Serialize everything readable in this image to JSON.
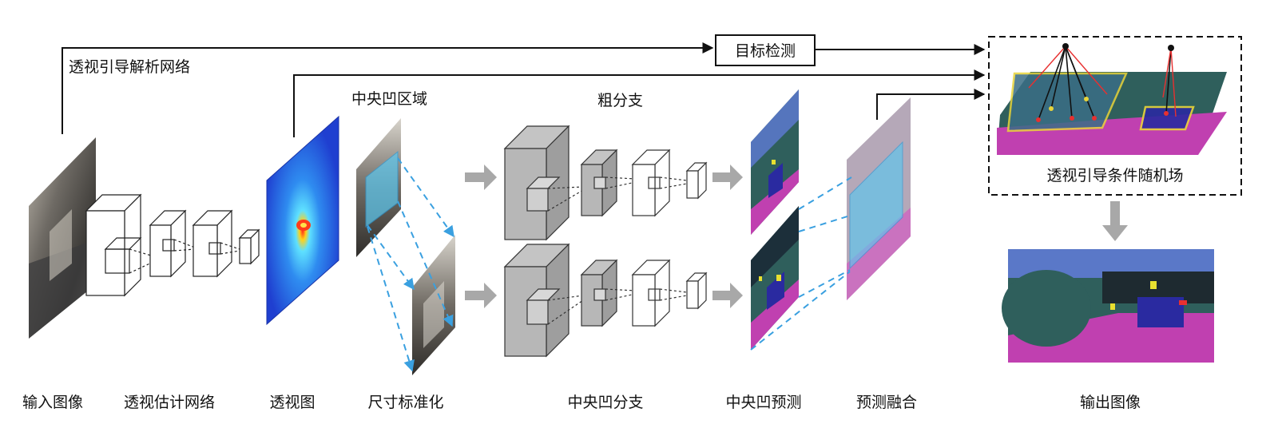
{
  "labels": {
    "perspective_parsing_network": "透视引导解析网络",
    "object_detection": "目标检测",
    "fovea_region": "中央凹区域",
    "coarse_branch": "粗分支",
    "perspective_crf": "透视引导条件随机场",
    "input_image": "输入图像",
    "perspective_estimation_network": "透视估计网络",
    "perspective_map": "透视图",
    "scale_normalization": "尺寸标准化",
    "fovea_branch": "中央凹分支",
    "fovea_prediction": "中央凹预测",
    "prediction_fusion": "预测融合",
    "output_image": "输出图像"
  },
  "colors": {
    "arrow": "#111111",
    "dashed_link": "#3aa0e0",
    "grey_arrow": "#a0a0a0",
    "block_dark_front": "#b4b4b4",
    "block_dark_side": "#9a9a9a",
    "segmentation_road": "#c040b0",
    "segmentation_sky": "#5a78c8",
    "segmentation_vegetation": "#2f5f5c",
    "heatmap_base": "#1f4fd8",
    "fovea_highlight": "#5bc8f0"
  }
}
